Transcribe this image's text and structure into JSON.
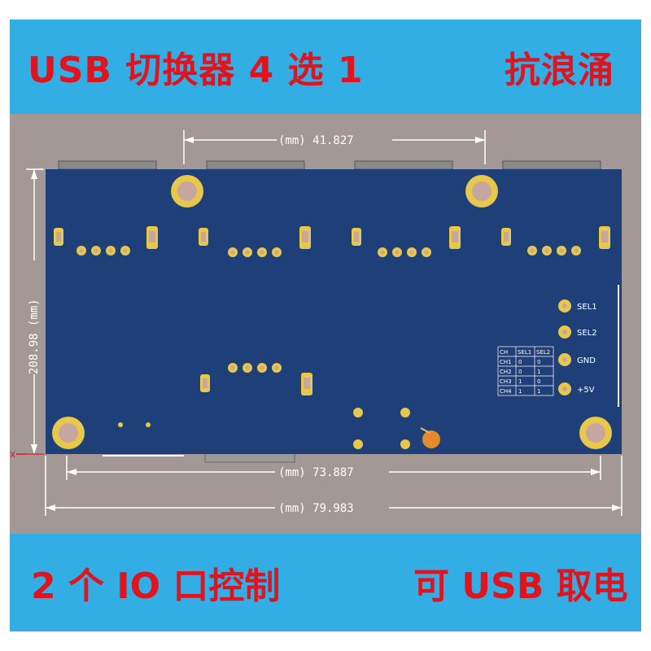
{
  "banner_top": {
    "left": "USB 切换器 4 选 1",
    "right": "抗浪涌"
  },
  "banner_bottom": {
    "left": "2 个 IO 口控制",
    "right": "可 USB 取电"
  },
  "dimensions": {
    "top_width": "(mm) 41.827",
    "height": "208.98 (mm)",
    "bottom_inner": "(mm) 73.887",
    "bottom_outer": "(mm) 79.983"
  },
  "pins": {
    "sel1": "SEL1",
    "sel2": "SEL2",
    "gnd": "GND",
    "vcc": "+5V"
  },
  "table": {
    "headers": [
      "CH",
      "SEL1",
      "SEL2"
    ],
    "rows": [
      [
        "CH1",
        "0",
        "0"
      ],
      [
        "CH2",
        "0",
        "1"
      ],
      [
        "CH3",
        "1",
        "0"
      ],
      [
        "CH4",
        "1",
        "1"
      ]
    ]
  },
  "axis_marker": "x",
  "colors": {
    "banner": "#33aee4",
    "banner_text": "#e0141e",
    "pcb": "#1f3f78",
    "pad": "#e8c84a"
  }
}
